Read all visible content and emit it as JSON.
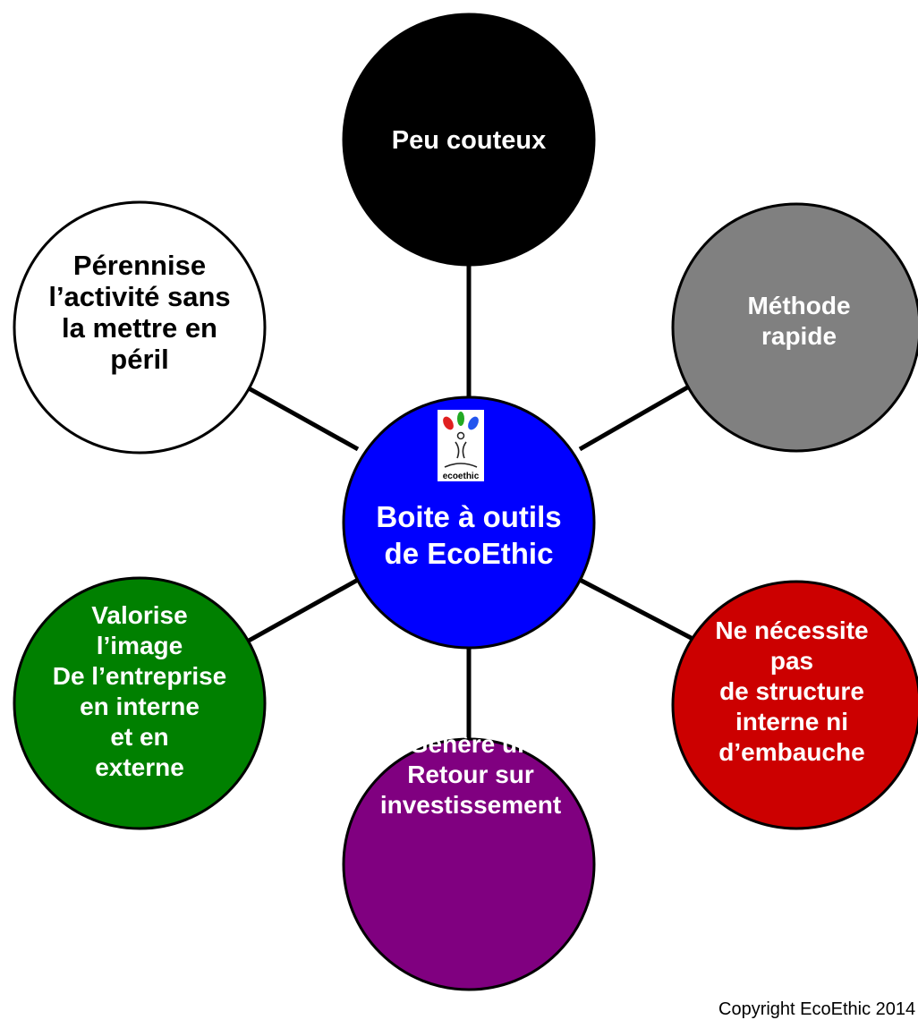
{
  "center": {
    "lines": [
      "Boite à outils",
      "de EcoEthic"
    ],
    "fill": "#0000ff",
    "text_color": "#ffffff",
    "logo_text": "ecoethic"
  },
  "nodes": [
    {
      "id": "cost",
      "lines": [
        "Peu couteux"
      ],
      "fill": "#000000",
      "text_color": "#ffffff"
    },
    {
      "id": "fast",
      "lines": [
        "Méthode",
        "rapide"
      ],
      "fill": "#808080",
      "text_color": "#ffffff"
    },
    {
      "id": "no-hire",
      "lines": [
        "Ne nécessite",
        "pas",
        "de structure",
        "interne ni",
        "d’embauche"
      ],
      "fill": "#cc0000",
      "text_color": "#ffffff"
    },
    {
      "id": "roi",
      "lines": [
        "Génère un",
        "Retour sur",
        "investissement"
      ],
      "fill": "#800080",
      "text_color": "#ffffff"
    },
    {
      "id": "image",
      "lines": [
        "Valorise",
        "l’image",
        "De l’entreprise",
        "en interne",
        "et en",
        "externe"
      ],
      "fill": "#008000",
      "text_color": "#ffffff"
    },
    {
      "id": "sustain",
      "lines": [
        "Pérennise",
        "l’activité sans",
        "la mettre en",
        "péril"
      ],
      "fill": "#ffffff",
      "text_color": "#000000"
    }
  ],
  "footer": {
    "copyright": "Copyright EcoEthic 2014"
  }
}
